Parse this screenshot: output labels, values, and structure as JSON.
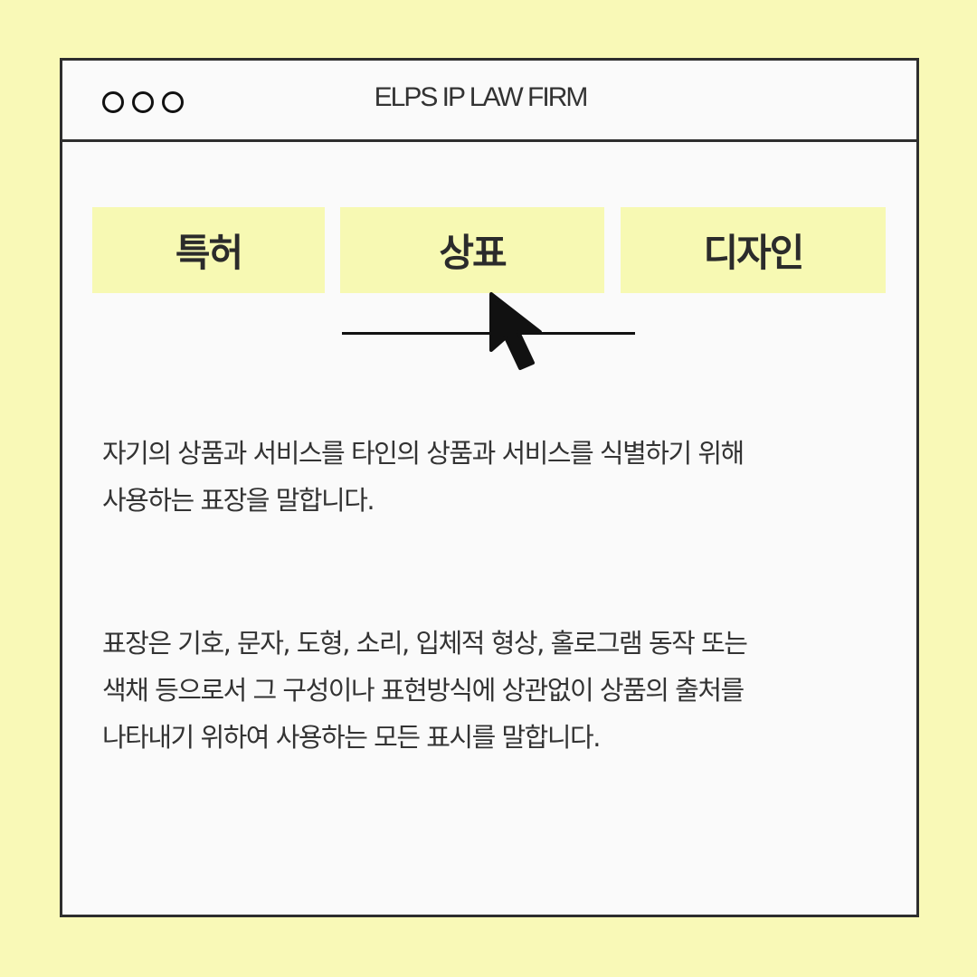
{
  "window": {
    "title": "ELPS  IP LAW FIRM"
  },
  "tabs": [
    {
      "label": "특허"
    },
    {
      "label": "상표",
      "active": true
    },
    {
      "label": "디자인"
    }
  ],
  "content": {
    "paragraph1": [
      "자기의 상품과 서비스를 타인의 상품과 서비스를 식별하기 위해",
      "사용하는 표장을 말합니다."
    ],
    "paragraph2": [
      "표장은 기호, 문자, 도형, 소리, 입체적 형상, 홀로그램 동작 또는",
      "색채 등으로서 그 구성이나 표현방식에 상관없이 상품의 출처를",
      "나타내기 위하여 사용하는 모든 표시를 말합니다."
    ]
  },
  "colors": {
    "background": "#f9f9b7",
    "tab": "#f7f9b3",
    "border": "#2e2e2e"
  }
}
